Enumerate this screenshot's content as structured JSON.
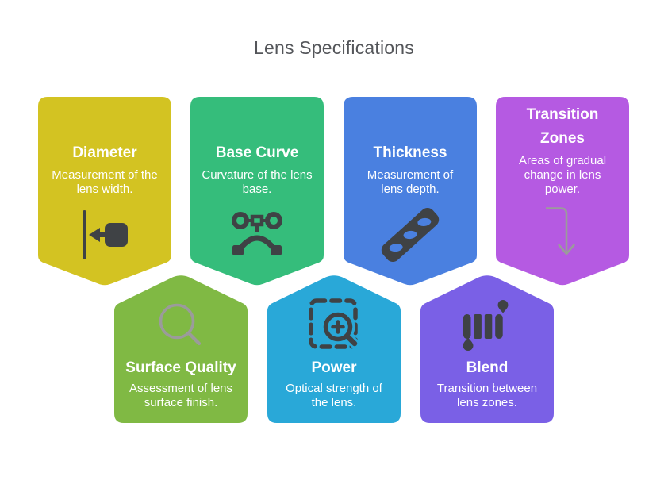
{
  "page": {
    "title": "Lens Specifications"
  },
  "colors": {
    "icon_dark": "#3f4245",
    "icon_gray": "#9b9b9b",
    "card_text": "#ffffff",
    "page_title_gray": "#54565a",
    "background": "#ffffff"
  },
  "cards_top": [
    {
      "title": "Diameter",
      "description": "Measurement of the\nlens width.",
      "color": "#d3c322",
      "icon": "width-measure-icon"
    },
    {
      "title": "Base Curve",
      "description": "Curvature of the lens\nbase.",
      "color": "#35bd7b",
      "icon": "bezier-curve-icon"
    },
    {
      "title": "Thickness",
      "description": "Measurement of\nlens depth.",
      "color": "#4a80e0",
      "icon": "level-tool-icon"
    },
    {
      "title": "Transition\nZones",
      "description": "Areas of gradual\nchange in lens\npower.",
      "color": "#b55ae2",
      "icon": "corner-down-arrow-icon"
    }
  ],
  "cards_bottom": [
    {
      "title": "Surface Quality",
      "description": "Assessment of lens\nsurface finish.",
      "color": "#80b944",
      "icon": "magnifier-icon"
    },
    {
      "title": "Power",
      "description": "Optical strength of\nthe lens.",
      "color": "#29a8d8",
      "icon": "zoom-selection-icon"
    },
    {
      "title": "Blend",
      "description": "Transition between\nlens zones.",
      "color": "#7a60e6",
      "icon": "blend-tool-icon"
    }
  ]
}
